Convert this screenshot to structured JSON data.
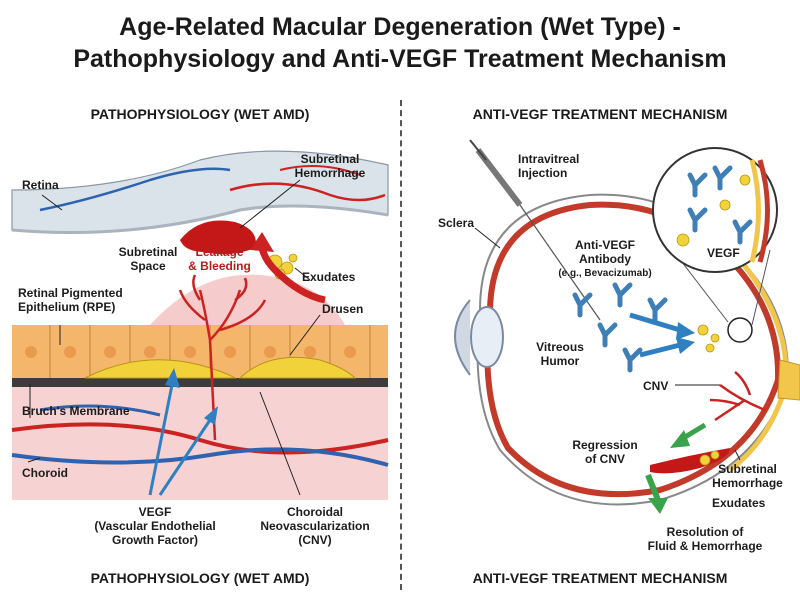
{
  "title": {
    "line1": "Age-Related Macular Degeneration (Wet Type) -",
    "line2": "Pathophysiology and Anti-VEGF Treatment Mechanism"
  },
  "left": {
    "heading_top": "PATHOPHYSIOLOGY (WET AMD)",
    "heading_bottom": "PATHOPHYSIOLOGY (WET AMD)",
    "labels": {
      "retina": "Retina",
      "subretinal_hemorrhage": "Subretinal\nHemorrhage",
      "subretinal_space": "Subretinal\nSpace",
      "leakage": "Leakage\n& Bleeding",
      "exudates": "Exudates",
      "rpe": "Retinal Pigmented\nEpithelium (RPE)",
      "drusen": "Drusen",
      "bruchs": "Bruch's Membrane",
      "choroid": "Choroid",
      "vegf": "VEGF\n(Vascular Endothelial\nGrowth Factor)",
      "cnv": "Choroidal\nNeovascularization\n(CNV)"
    }
  },
  "right": {
    "heading_top": "ANTI-VEGF TREATMENT MECHANISM",
    "heading_bottom": "ANTI-VEGF TREATMENT MECHANISM",
    "labels": {
      "injection": "Intravitreal\nInjection",
      "sclera": "Sclera",
      "antibody": "Anti-VEGF\nAntibody",
      "antibody_example": "(e.g., Bevacizumab)",
      "vegf": "VEGF",
      "vitreous": "Vitreous\nHumor",
      "cnv": "CNV",
      "regression": "Regression\nof CNV",
      "subretinal_hemorrhage": "Subretinal\nHemorrhage",
      "exudates": "Exudates",
      "resolution": "Resolution of\nFluid & Hemorrhage"
    }
  },
  "colors": {
    "vessel_red": "#cc2222",
    "vessel_blue": "#2f62b0",
    "rpe_orange": "#f3b66b",
    "drusen_yellow": "#f2d23a",
    "arrow_blue": "#2f7fc1",
    "arrow_green": "#3aa24a"
  }
}
